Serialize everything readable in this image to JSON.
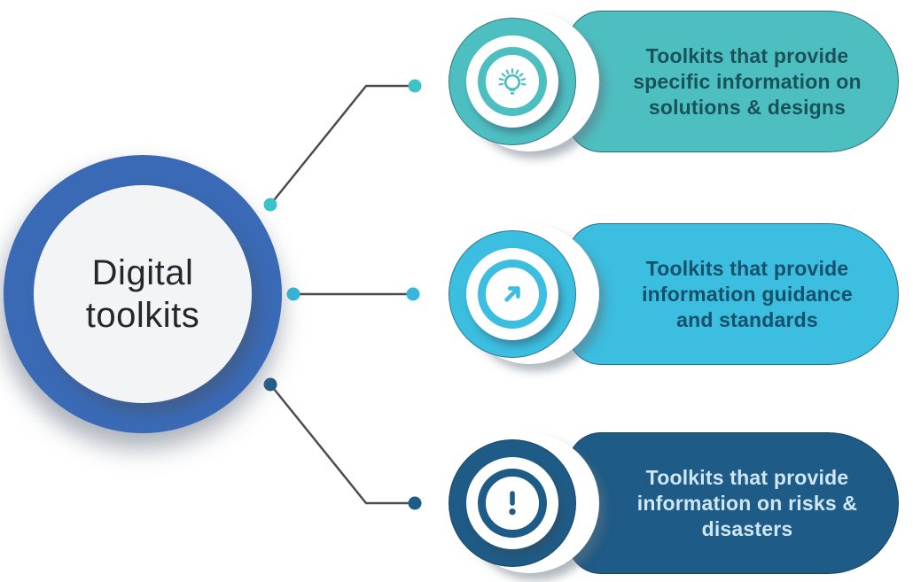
{
  "diagram": {
    "center": {
      "label": "Digital toolkits",
      "lines": [
        "Digital",
        "toolkits"
      ],
      "ring_color": "#3a6ab6",
      "fill_color": "#f3f4f6",
      "text_color": "#24272c"
    },
    "connector_line_color": "#4d4d4d",
    "cards": [
      {
        "label": "Toolkits that provide specific information on solutions & designs",
        "icon": "lightbulb-icon",
        "bg_color": "#4ebfc1",
        "text_color": "#1a525b",
        "dot_color": "#3cc3c8"
      },
      {
        "label": "Toolkits that provide information guidance and standards",
        "icon": "arrow-up-right-icon",
        "bg_color": "#3bbee0",
        "text_color": "#16506a",
        "dot_color": "#33b7dc"
      },
      {
        "label": "Toolkits that provide information on risks & disasters",
        "icon": "exclamation-icon",
        "bg_color": "#1e5b86",
        "text_color": "#cfe7f5",
        "dot_color": "#1e5b86"
      }
    ]
  }
}
